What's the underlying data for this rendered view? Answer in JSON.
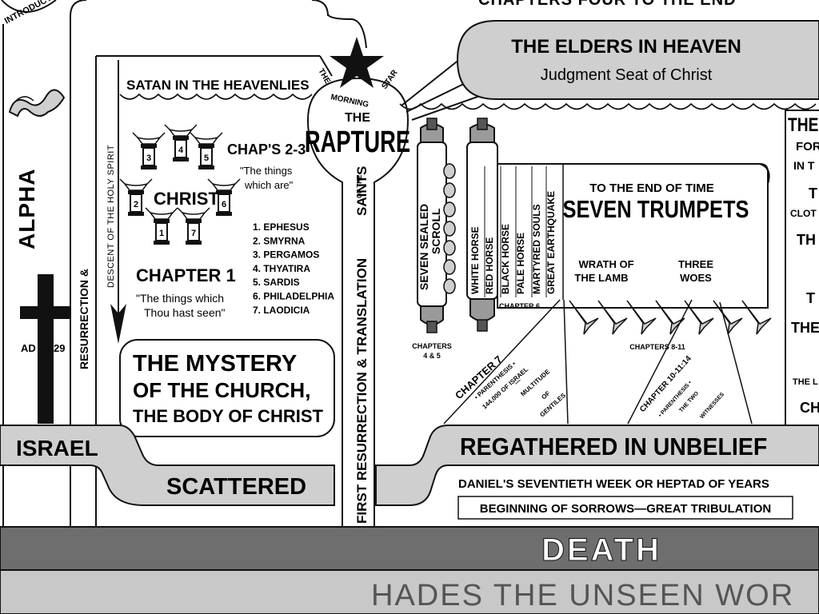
{
  "intro": {
    "label": "INTRODUCTION"
  },
  "top_header": {
    "label": "CHAPTERS FOUR TO THE END"
  },
  "alpha": {
    "label": "ALPHA"
  },
  "cross": {
    "ad": "AD",
    "year": "29"
  },
  "resurrection_left": {
    "label": "RESURRECTION &"
  },
  "holy_spirit": {
    "label": "DESCENT OF THE HOLY SPIRIT"
  },
  "satan": {
    "label": "SATAN IN THE HEAVENLIES"
  },
  "candlesticks": [
    {
      "num": "3"
    },
    {
      "num": "4"
    },
    {
      "num": "5"
    },
    {
      "num": "2"
    },
    {
      "num": "6"
    },
    {
      "num": "1"
    },
    {
      "num": "7"
    }
  ],
  "christ": {
    "label": "CHRIST"
  },
  "chaps_2_3": {
    "title": "CHAP'S 2-3",
    "quote_line1": "\"The things",
    "quote_line2": "which are\""
  },
  "chapter1": {
    "title": "CHAPTER 1",
    "quote_line1": "\"The things which",
    "quote_line2": "Thou hast seen\""
  },
  "churches": [
    "1. EPHESUS",
    "2. SMYRNA",
    "3. PERGAMOS",
    "4. THYATIRA",
    "5. SARDIS",
    "6. PHILADELPHIA",
    "7. LAODICIA"
  ],
  "mystery": {
    "line1": "THE MYSTERY",
    "line2": "OF THE CHURCH,",
    "line3": "THE BODY OF CHRIST"
  },
  "morning_star": {
    "the": "THE",
    "morning": "MORNING",
    "star": "STAR"
  },
  "rapture": {
    "the": "THE",
    "label": "RAPTURE"
  },
  "first_resurrection": {
    "main": "FIRST RESURRECTION & TRANSLATION",
    "of_the": "OF THE",
    "saints": "SAINTS"
  },
  "elders": {
    "title": "THE ELDERS IN HEAVEN",
    "subtitle": "Judgment Seat of Christ"
  },
  "scroll": {
    "line1": "SEVEN SEALED",
    "line2": "SCROLL",
    "chapters": "CHAPTERS",
    "chapters_num": "4 & 5"
  },
  "seals": [
    "WHITE HORSE",
    "RED HORSE",
    "BLACK HORSE",
    "PALE HORSE",
    "MARTYRED SOULS",
    "GREAT EARTHQUAKE"
  ],
  "chapter6": {
    "label": "CHAPTER 6"
  },
  "trumpets": {
    "to_end": "TO THE END OF TIME",
    "title": "SEVEN TRUMPETS",
    "wrath_line1": "WRATH OF",
    "wrath_line2": "THE LAMB",
    "woes_line1": "THREE",
    "woes_line2": "WOES",
    "chapters": "CHAPTERS 8-11"
  },
  "chapter7": {
    "title": "CHAPTER 7",
    "line1": "• PARENTHESIS •",
    "line2": "144,000 OF ISRAEL",
    "dash": "—",
    "line3": "MULTITUDE",
    "line4": "OF",
    "line5": "GENTILES"
  },
  "chapter10": {
    "title": "CHAPTER 10-11:14",
    "line1": "• PARENTHESIS •",
    "line2": "THE TWO",
    "line3": "WITNESSES"
  },
  "right_panel": {
    "the": "THE",
    "for": "FOR",
    "in_t": "IN T",
    "t1": "T",
    "clot": "CLOT",
    "th1": "TH",
    "t2": "T",
    "the2": "THE",
    "the_l": "THE L",
    "ch": "CH"
  },
  "israel": {
    "label": "ISRAEL",
    "scattered": "SCATTERED",
    "regathered": "REGATHERED IN UNBELIEF"
  },
  "daniel": {
    "label": "DANIEL'S SEVENTIETH WEEK OR HEPTAD OF YEARS"
  },
  "sorrows": {
    "label": "BEGINNING OF SORROWS—GREAT TRIBULATION"
  },
  "death": {
    "label": "DEATH"
  },
  "hades": {
    "label": "HADES THE UNSEEN WOR"
  },
  "colors": {
    "band_gray": "#cfcfcf",
    "death_gray": "#6e6e6e",
    "hades_gray": "#c8c8c8",
    "ink": "#111111"
  }
}
